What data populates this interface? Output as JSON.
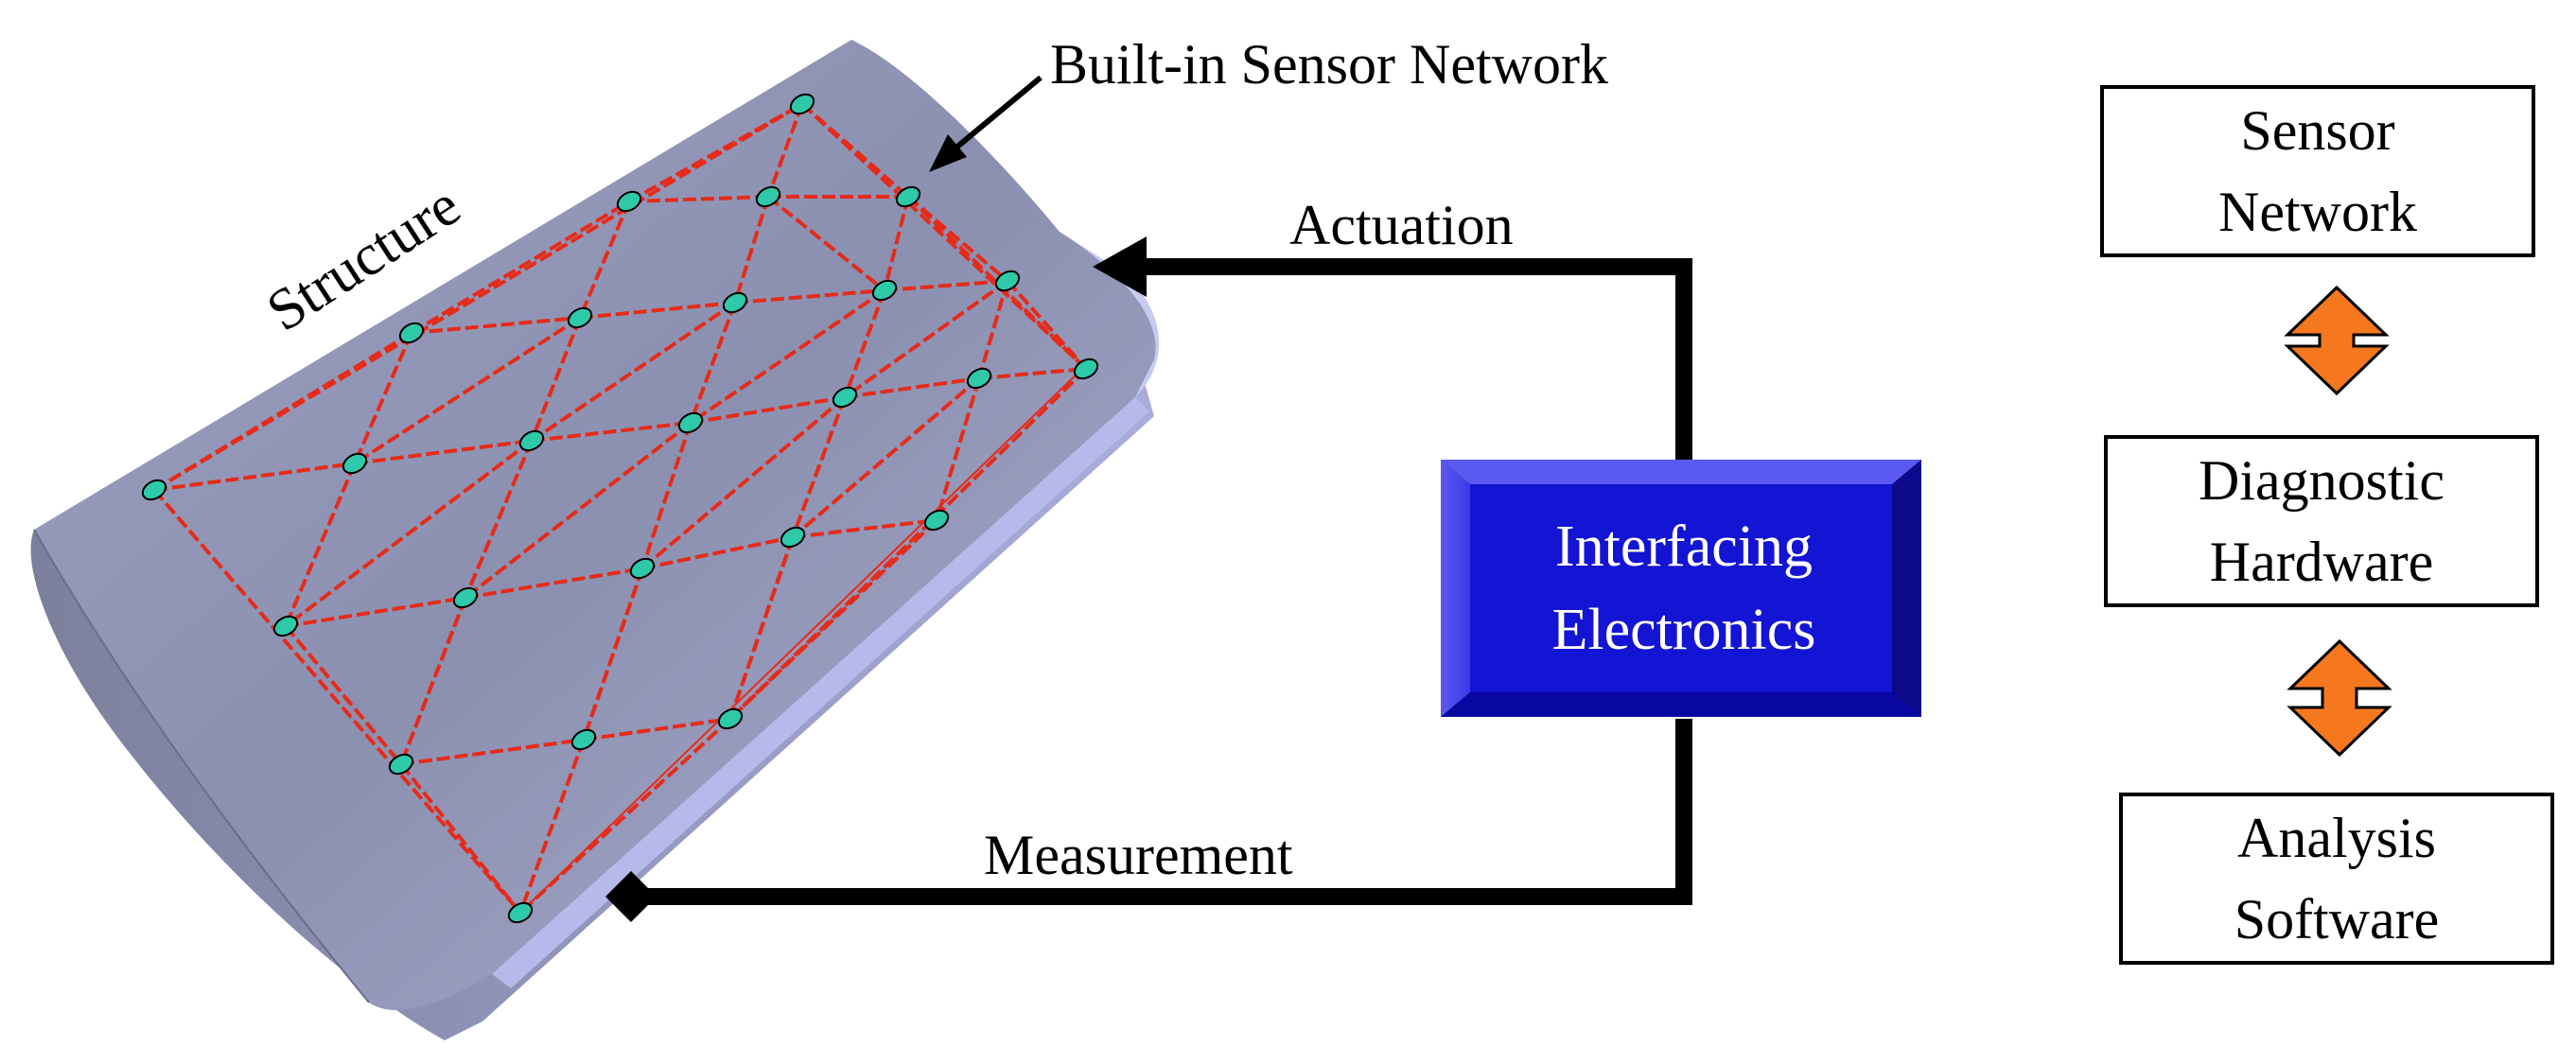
{
  "labels": {
    "structure": "Structure",
    "sensor_network": "Built-in Sensor Network",
    "actuation": "Actuation",
    "measurement": "Measurement"
  },
  "interfacing": {
    "line1": "Interfacing",
    "line2": "Electronics"
  },
  "right_boxes": [
    {
      "line1": "Sensor",
      "line2": "Network"
    },
    {
      "line1": "Diagnostic",
      "line2": "Hardware"
    },
    {
      "line1": "Analysis",
      "line2": "Software"
    }
  ],
  "colors": {
    "structure_fill": "#8f93b3",
    "grid_line": "#e52b1a",
    "sensor_node": "#2ec9a9",
    "interfacing_box": "#1010cc",
    "double_arrow": "#f5781e",
    "flow_line": "#000000"
  }
}
